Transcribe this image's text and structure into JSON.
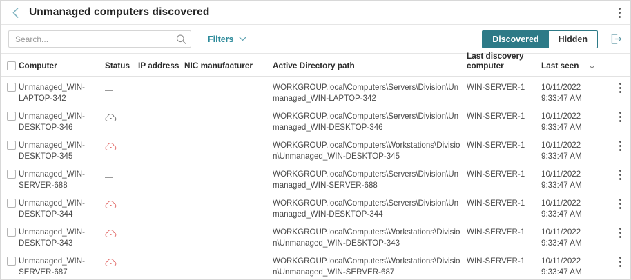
{
  "header": {
    "back_icon": "chevron-left-icon",
    "title": "Unmanaged computers discovered",
    "overflow_icon": "kebab-menu-icon"
  },
  "toolbar": {
    "search_placeholder": "Search...",
    "search_value": "",
    "search_icon": "search-icon",
    "filters_label": "Filters",
    "filters_chevron_icon": "chevron-down-icon",
    "segments": [
      {
        "label": "Discovered",
        "active": true
      },
      {
        "label": "Hidden",
        "active": false
      }
    ],
    "export_icon": "export-icon"
  },
  "colors": {
    "accent_teal": "#2d7a87",
    "link_teal": "#2e8b9b",
    "status_red": "#e3716f",
    "status_gray": "#6f6f6f",
    "text_dark": "#2c2c2c",
    "text_body": "#4a4a4a",
    "border": "#e2e2e2"
  },
  "table": {
    "select_all_checked": false,
    "columns": [
      {
        "key": "computer",
        "label": "Computer"
      },
      {
        "key": "status",
        "label": "Status"
      },
      {
        "key": "ip",
        "label": "IP address"
      },
      {
        "key": "nic",
        "label": "NIC manufacturer"
      },
      {
        "key": "ad_path",
        "label": "Active Directory path"
      },
      {
        "key": "last_discovery",
        "label": "Last discovery computer"
      },
      {
        "key": "last_seen",
        "label": "Last seen"
      }
    ],
    "sorted_column": "last_seen",
    "sort_direction": "descending",
    "sort_icon": "arrow-down-icon",
    "rows": [
      {
        "checked": false,
        "computer": "Unmanaged_WIN-LAPTOP-342",
        "status_icon": "dash-icon",
        "status_color": "#9a9a9a",
        "ip": "",
        "nic": "",
        "ad_path": "WORKGROUP.local\\Computers\\Servers\\Division\\Unmanaged_WIN-LAPTOP-342",
        "last_discovery": "WIN-SERVER-1",
        "last_seen_date": "10/11/2022",
        "last_seen_time": "9:33:47 AM"
      },
      {
        "checked": false,
        "computer": "Unmanaged_WIN-DESKTOP-346",
        "status_icon": "cloud-icon",
        "status_color": "#6f6f6f",
        "ip": "",
        "nic": "",
        "ad_path": "WORKGROUP.local\\Computers\\Servers\\Division\\Unmanaged_WIN-DESKTOP-346",
        "last_discovery": "WIN-SERVER-1",
        "last_seen_date": "10/11/2022",
        "last_seen_time": "9:33:47 AM"
      },
      {
        "checked": false,
        "computer": "Unmanaged_WIN-DESKTOP-345",
        "status_icon": "cloud-icon",
        "status_color": "#e3716f",
        "ip": "",
        "nic": "",
        "ad_path": "WORKGROUP.local\\Computers\\Workstations\\Division\\Unmanaged_WIN-DESKTOP-345",
        "last_discovery": "WIN-SERVER-1",
        "last_seen_date": "10/11/2022",
        "last_seen_time": "9:33:47 AM"
      },
      {
        "checked": false,
        "computer": "Unmanaged_WIN-SERVER-688",
        "status_icon": "dash-icon",
        "status_color": "#9a9a9a",
        "ip": "",
        "nic": "",
        "ad_path": "WORKGROUP.local\\Computers\\Servers\\Division\\Unmanaged_WIN-SERVER-688",
        "last_discovery": "WIN-SERVER-1",
        "last_seen_date": "10/11/2022",
        "last_seen_time": "9:33:47 AM"
      },
      {
        "checked": false,
        "computer": "Unmanaged_WIN-DESKTOP-344",
        "status_icon": "cloud-icon",
        "status_color": "#e3716f",
        "ip": "",
        "nic": "",
        "ad_path": "WORKGROUP.local\\Computers\\Servers\\Division\\Unmanaged_WIN-DESKTOP-344",
        "last_discovery": "WIN-SERVER-1",
        "last_seen_date": "10/11/2022",
        "last_seen_time": "9:33:47 AM"
      },
      {
        "checked": false,
        "computer": "Unmanaged_WIN-DESKTOP-343",
        "status_icon": "cloud-icon",
        "status_color": "#e3716f",
        "ip": "",
        "nic": "",
        "ad_path": "WORKGROUP.local\\Computers\\Workstations\\Division\\Unmanaged_WIN-DESKTOP-343",
        "last_discovery": "WIN-SERVER-1",
        "last_seen_date": "10/11/2022",
        "last_seen_time": "9:33:47 AM"
      },
      {
        "checked": false,
        "computer": "Unmanaged_WIN-SERVER-687",
        "status_icon": "cloud-icon",
        "status_color": "#e3716f",
        "ip": "",
        "nic": "",
        "ad_path": "WORKGROUP.local\\Computers\\Workstations\\Division\\Unmanaged_WIN-SERVER-687",
        "last_discovery": "WIN-SERVER-1",
        "last_seen_date": "10/11/2022",
        "last_seen_time": "9:33:47 AM"
      }
    ]
  }
}
